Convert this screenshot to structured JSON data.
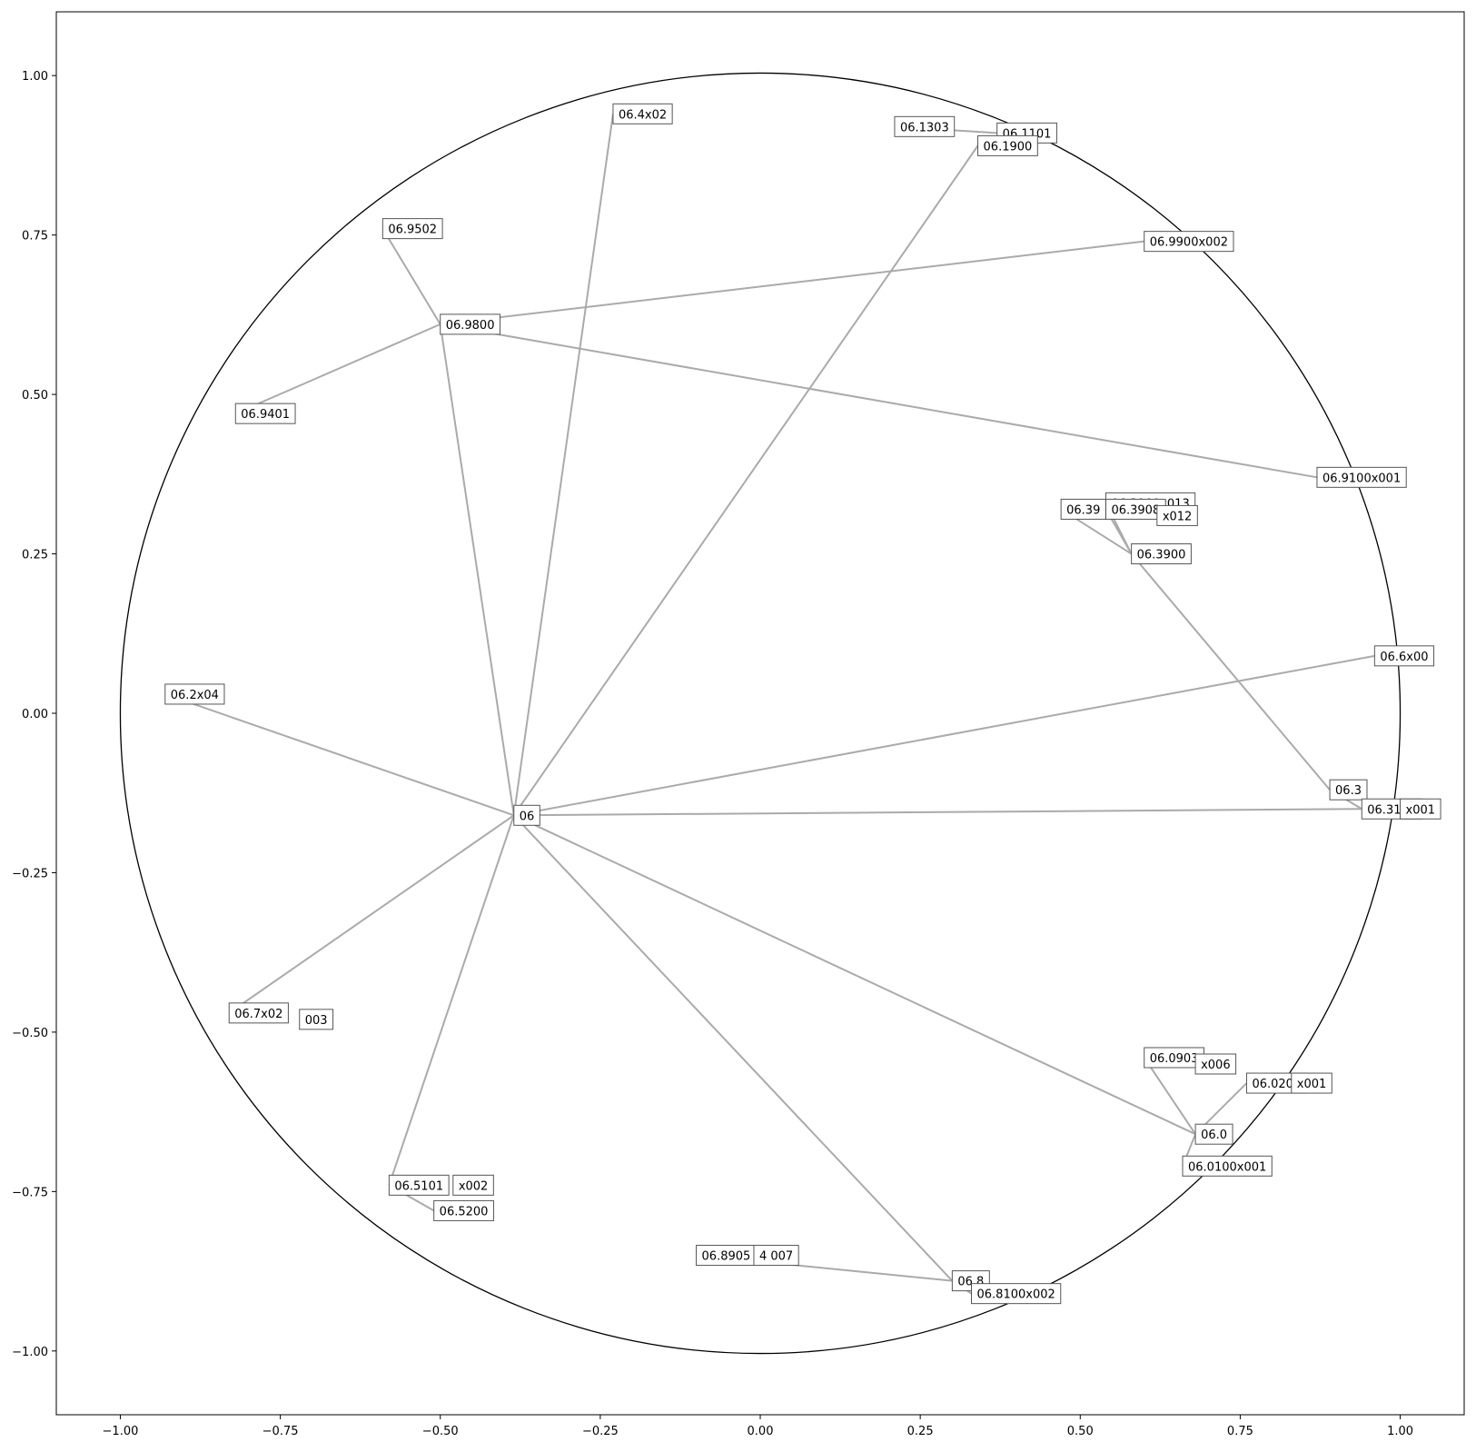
{
  "chart_data": {
    "type": "scatter",
    "title": "",
    "xlabel": "",
    "ylabel": "",
    "xlim": [
      -1.1,
      1.1
    ],
    "ylim": [
      -1.1,
      1.1
    ],
    "grid": false,
    "legend": "none",
    "x_ticks": [
      "−1.00",
      "−0.75",
      "−0.50",
      "−0.25",
      "0.00",
      "0.25",
      "0.50",
      "0.75",
      "1.00"
    ],
    "y_ticks": [
      "1.00",
      "0.75",
      "0.50",
      "0.25",
      "0.00",
      "−0.25",
      "−0.50",
      "−0.75",
      "−1.00"
    ],
    "x_tick_values": [
      -1.0,
      -0.75,
      -0.5,
      -0.25,
      0.0,
      0.25,
      0.5,
      0.75,
      1.0
    ],
    "y_tick_values": [
      1.0,
      0.75,
      0.5,
      0.25,
      0.0,
      -0.25,
      -0.5,
      -0.75,
      -1.0
    ],
    "unit_circle": {
      "cx": 0,
      "cy": 0,
      "r": 1,
      "color": "#000000"
    },
    "edge_color": "#aaaaaa",
    "nodes": [
      {
        "id": "06",
        "x": -0.385,
        "y": -0.16
      },
      {
        "id": "06.4x02",
        "x": -0.23,
        "y": 0.94
      },
      {
        "id": "06.1303",
        "x": 0.21,
        "y": 0.92
      },
      {
        "id": "06.1101",
        "x": 0.37,
        "y": 0.91
      },
      {
        "id": "06.1900",
        "x": 0.34,
        "y": 0.89
      },
      {
        "id": "06.9502",
        "x": -0.59,
        "y": 0.76
      },
      {
        "id": "06.9800",
        "x": -0.5,
        "y": 0.61
      },
      {
        "id": "06.9990x002",
        "x": 0.6,
        "y": 0.74,
        "label": "06.9900x002"
      },
      {
        "id": "06.9401",
        "x": -0.82,
        "y": 0.47
      },
      {
        "id": "06.9100x001",
        "x": 0.87,
        "y": 0.37
      },
      {
        "id": "06.3900x013",
        "x": 0.54,
        "y": 0.33
      },
      {
        "id": "06.3908",
        "x": 0.54,
        "y": 0.32
      },
      {
        "id": "06.39xx",
        "x": 0.47,
        "y": 0.32,
        "label": "06.39"
      },
      {
        "id": "06.3900x012",
        "x": 0.62,
        "y": 0.31,
        "label": "x012"
      },
      {
        "id": "06.3900",
        "x": 0.58,
        "y": 0.25
      },
      {
        "id": "06.6x00",
        "x": 0.96,
        "y": 0.09
      },
      {
        "id": "06.2x04",
        "x": -0.93,
        "y": 0.03
      },
      {
        "id": "06.3",
        "x": 0.89,
        "y": -0.12
      },
      {
        "id": "06.3101",
        "x": 0.94,
        "y": -0.15
      },
      {
        "id": "06.3101x001",
        "x": 1.0,
        "y": -0.15,
        "label": "x001"
      },
      {
        "id": "06.7x02",
        "x": -0.83,
        "y": -0.47
      },
      {
        "id": "06.7x02x003",
        "x": -0.72,
        "y": -0.48,
        "label": "003"
      },
      {
        "id": "06.0903",
        "x": 0.6,
        "y": -0.54
      },
      {
        "id": "06.09x006",
        "x": 0.68,
        "y": -0.55,
        "label": "x006"
      },
      {
        "id": "06.0201",
        "x": 0.76,
        "y": -0.58
      },
      {
        "id": "06.0201x001",
        "x": 0.83,
        "y": -0.58,
        "label": "x001"
      },
      {
        "id": "06.0",
        "x": 0.68,
        "y": -0.66
      },
      {
        "id": "06.0100x001",
        "x": 0.66,
        "y": -0.71
      },
      {
        "id": "06.5101",
        "x": -0.58,
        "y": -0.74
      },
      {
        "id": "06.5101x002",
        "x": -0.48,
        "y": -0.74,
        "label": "x002"
      },
      {
        "id": "06.5200",
        "x": -0.51,
        "y": -0.78
      },
      {
        "id": "06.8905",
        "x": -0.1,
        "y": -0.85
      },
      {
        "id": "06.89x007",
        "x": -0.01,
        "y": -0.85,
        "label": "4 007"
      },
      {
        "id": "06.8",
        "x": 0.3,
        "y": -0.89
      },
      {
        "id": "06.8100x002",
        "x": 0.33,
        "y": -0.91
      }
    ],
    "edges": [
      [
        "06",
        "06.4x02"
      ],
      [
        "06",
        "06.1900"
      ],
      [
        "06.1303",
        "06.1101"
      ],
      [
        "06",
        "06.9800"
      ],
      [
        "06.9502",
        "06.9800"
      ],
      [
        "06.9800",
        "06.9990x002"
      ],
      [
        "06.9401",
        "06.9800"
      ],
      [
        "06.9800",
        "06.9100x001"
      ],
      [
        "06",
        "06.6x00"
      ],
      [
        "06",
        "06.3101"
      ],
      [
        "06.3900",
        "06.3"
      ],
      [
        "06.3900",
        "06.3900x013"
      ],
      [
        "06.3900",
        "06.39xx"
      ],
      [
        "06.3900",
        "06.3908"
      ],
      [
        "06.3",
        "06.3101"
      ],
      [
        "06",
        "06.2x04"
      ],
      [
        "06",
        "06.7x02"
      ],
      [
        "06",
        "06.0"
      ],
      [
        "06.0",
        "06.0903"
      ],
      [
        "06.0",
        "06.0201"
      ],
      [
        "06.0",
        "06.0100x001"
      ],
      [
        "06",
        "06.5101"
      ],
      [
        "06.5101",
        "06.5200"
      ],
      [
        "06",
        "06.8"
      ],
      [
        "06.8",
        "06.8905"
      ],
      [
        "06.8",
        "06.8100x002"
      ]
    ]
  }
}
